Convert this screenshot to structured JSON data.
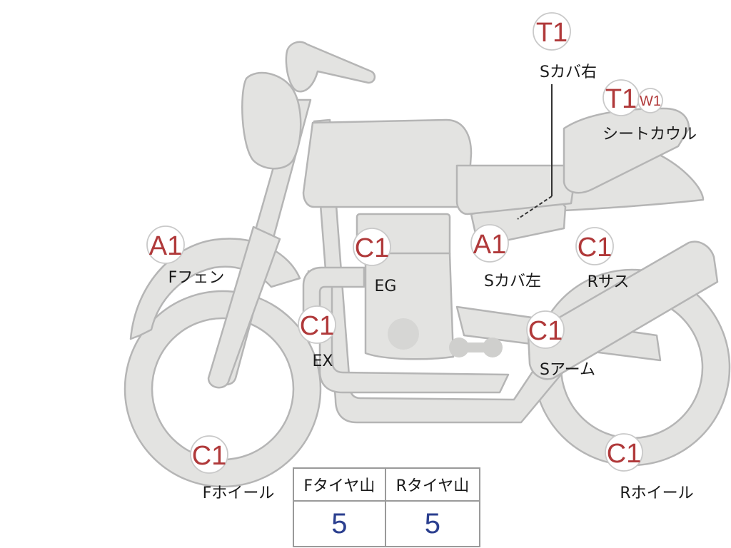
{
  "badges": [
    {
      "key": "s_cover_right",
      "code": "T1",
      "label": "Sカバ右"
    },
    {
      "key": "seat_cowl",
      "code": "T1",
      "sub_code": "W1",
      "label": "シートカウル"
    },
    {
      "key": "front_fender",
      "code": "A1",
      "label": "Fフェン"
    },
    {
      "key": "engine",
      "code": "C1",
      "label": "EG"
    },
    {
      "key": "s_cover_left",
      "code": "A1",
      "label": "Sカバ左"
    },
    {
      "key": "rear_suspension",
      "code": "C1",
      "label": "Rサス"
    },
    {
      "key": "exhaust",
      "code": "C1",
      "label": "EX"
    },
    {
      "key": "swing_arm",
      "code": "C1",
      "label": "Sアーム"
    },
    {
      "key": "front_wheel",
      "code": "C1",
      "label": "Fホイール"
    },
    {
      "key": "rear_wheel",
      "code": "C1",
      "label": "Rホイール"
    }
  ],
  "tread_table": {
    "headers": [
      "Fタイヤ山",
      "Rタイヤ山"
    ],
    "values": [
      "5",
      "5"
    ]
  },
  "colors": {
    "code_red": "#b0393a",
    "value_blue": "#2b3f8f",
    "body_fill": "#e3e3e1",
    "outline": "#b5b5b5"
  }
}
